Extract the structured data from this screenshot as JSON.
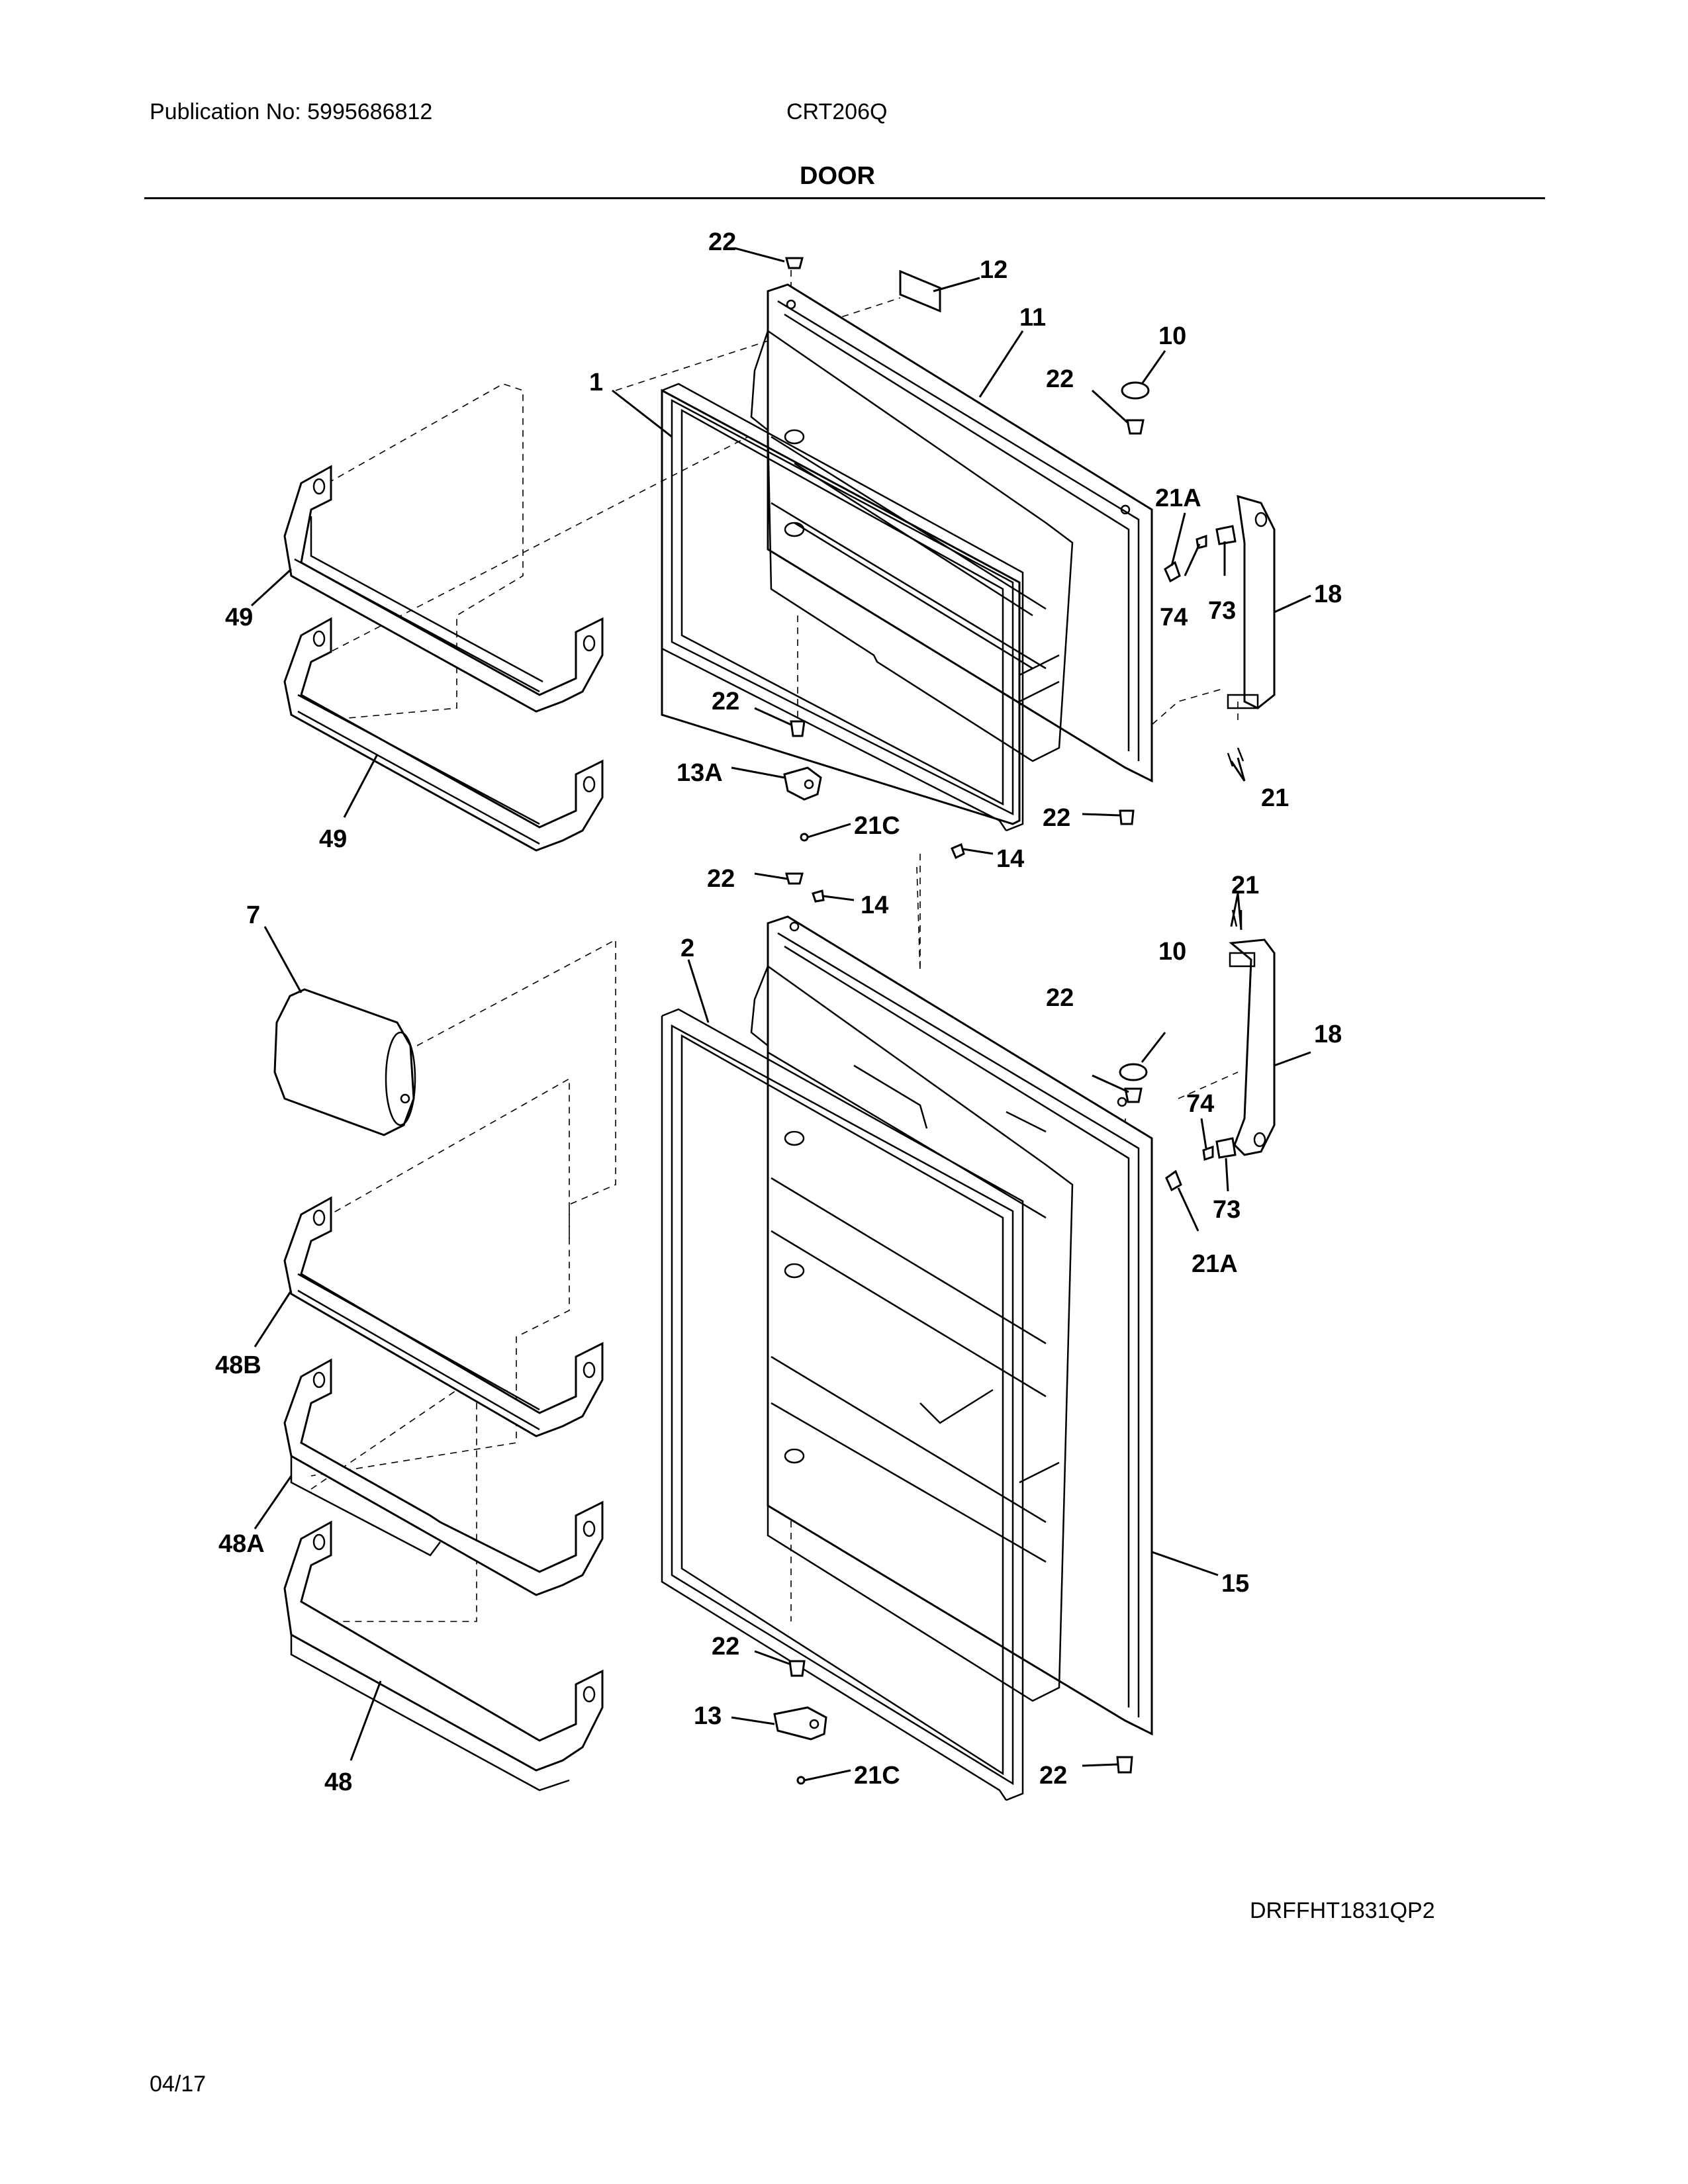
{
  "header": {
    "publication": "Publication No: 5995686812",
    "model": "CRT206Q",
    "section_title": "DOOR"
  },
  "footer": {
    "drawing_code": "DRFFHT1831QP2",
    "date": "04/17"
  },
  "callouts": {
    "c1": "1",
    "c2": "2",
    "c7": "7",
    "c10a": "10",
    "c10b": "10",
    "c11": "11",
    "c12": "12",
    "c13": "13",
    "c13a": "13A",
    "c14a": "14",
    "c14b": "14",
    "c15": "15",
    "c18a": "18",
    "c18b": "18",
    "c21a": "21",
    "c21b": "21",
    "c21Aa": "21A",
    "c21Ab": "21A",
    "c21Ca": "21C",
    "c21Cb": "21C",
    "c22a": "22",
    "c22b": "22",
    "c22c": "22",
    "c22d": "22",
    "c22e": "22",
    "c22f": "22",
    "c22g": "22",
    "c22h": "22",
    "c48": "48",
    "c48A": "48A",
    "c48B": "48B",
    "c49a": "49",
    "c49b": "49",
    "c73a": "73",
    "c73b": "73",
    "c74a": "74",
    "c74b": "74"
  }
}
